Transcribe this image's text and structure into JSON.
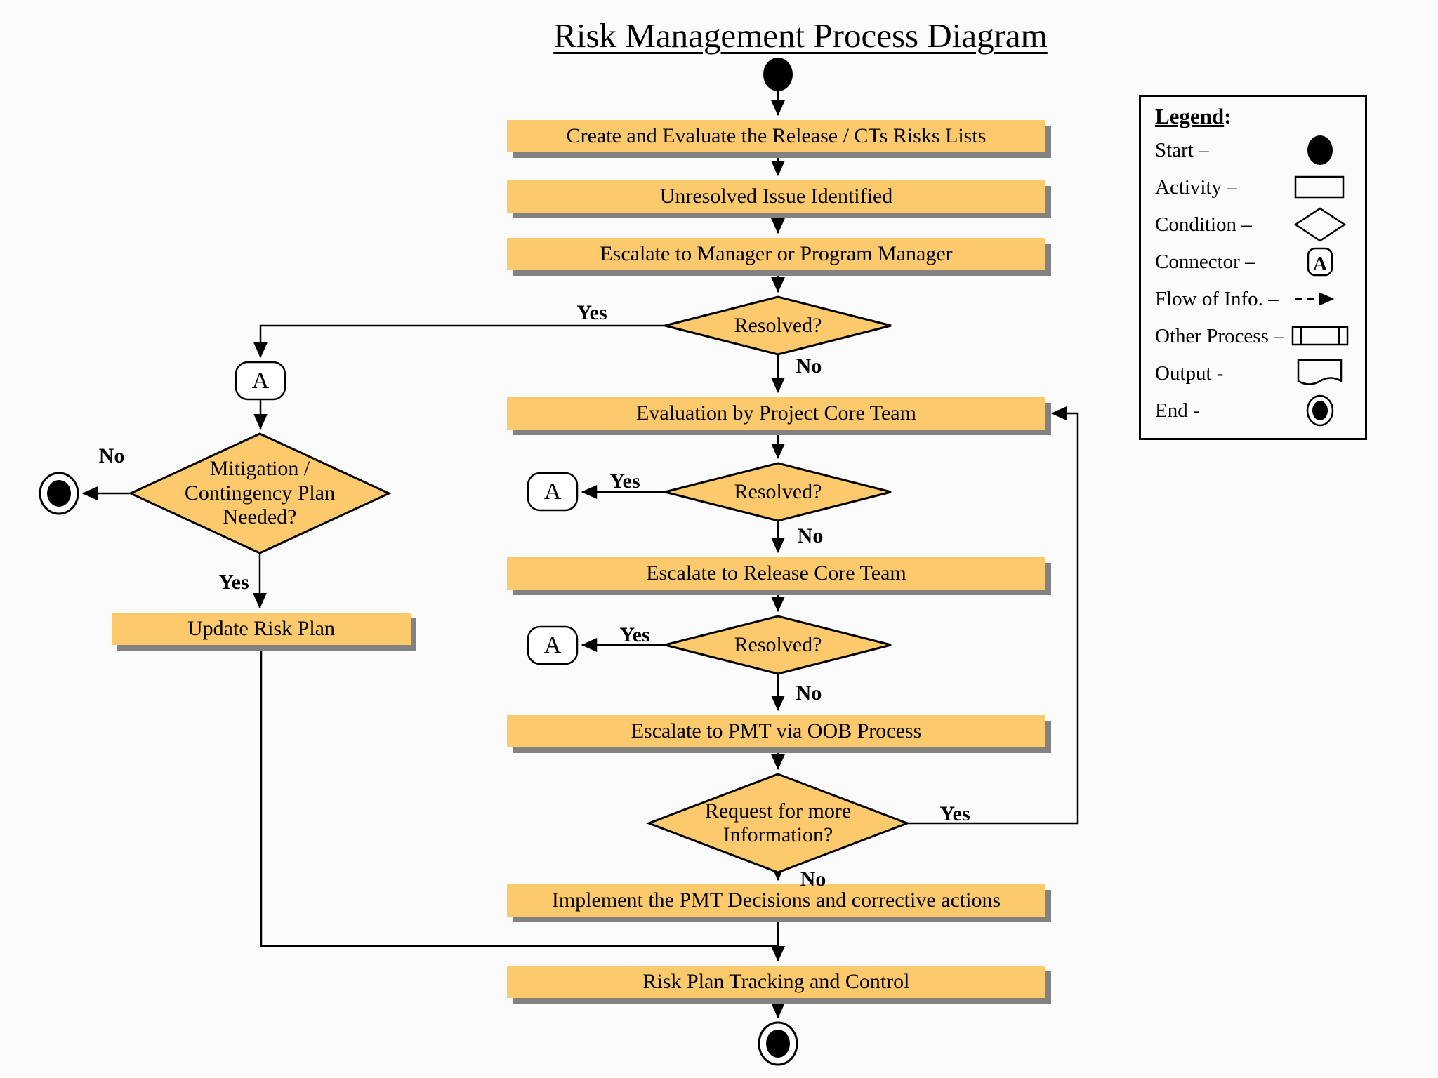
{
  "title": "Risk Management Process Diagram",
  "nodes": {
    "start": {
      "type": "start"
    },
    "create_evaluate": {
      "label": "Create and Evaluate the Release / CTs Risks Lists"
    },
    "unresolved_issue": {
      "label": "Unresolved Issue Identified"
    },
    "escalate_manager": {
      "label": "Escalate to Manager or Program Manager"
    },
    "resolved_1": {
      "label": "Resolved?"
    },
    "connector_a_left": {
      "label": "A"
    },
    "mitigation_plan": {
      "label": "Mitigation / Contingency Plan Needed?"
    },
    "update_risk_plan": {
      "label": "Update Risk Plan"
    },
    "evaluation_core_team": {
      "label": "Evaluation by Project Core Team"
    },
    "resolved_2": {
      "label": "Resolved?"
    },
    "connector_a_mid1": {
      "label": "A"
    },
    "escalate_release": {
      "label": "Escalate to Release Core Team"
    },
    "resolved_3": {
      "label": "Resolved?"
    },
    "connector_a_mid2": {
      "label": "A"
    },
    "escalate_pmt": {
      "label": "Escalate to PMT via OOB Process"
    },
    "request_info": {
      "label": "Request for more Information?"
    },
    "implement_decisions": {
      "label": "Implement the PMT Decisions and corrective actions"
    },
    "risk_tracking": {
      "label": "Risk Plan Tracking and Control"
    },
    "end_left": {
      "type": "end"
    },
    "end_bottom": {
      "type": "end"
    }
  },
  "edge_labels": {
    "resolved1_yes": "Yes",
    "resolved1_no": "No",
    "mitigation_no": "No",
    "mitigation_yes": "Yes",
    "resolved2_yes": "Yes",
    "resolved2_no": "No",
    "resolved3_yes": "Yes",
    "resolved3_no": "No",
    "request_yes": "Yes",
    "request_no": "No"
  },
  "legend": {
    "title": "Legend",
    "title_suffix": ":",
    "connector_letter": "A",
    "items": [
      {
        "label": "Start –",
        "symbol": "start"
      },
      {
        "label": "Activity –",
        "symbol": "activity"
      },
      {
        "label": "Condition –",
        "symbol": "condition"
      },
      {
        "label": "Connector –",
        "symbol": "connector"
      },
      {
        "label": "Flow of Info. –",
        "symbol": "flow-of-info"
      },
      {
        "label": "Other Process –",
        "symbol": "other-process"
      },
      {
        "label": "Output -",
        "symbol": "output"
      },
      {
        "label": "End -",
        "symbol": "end"
      }
    ]
  },
  "colors": {
    "node_fill": "#FCC96C",
    "shadow": "#828282",
    "line": "#000000",
    "background": "#FBFBFB"
  }
}
